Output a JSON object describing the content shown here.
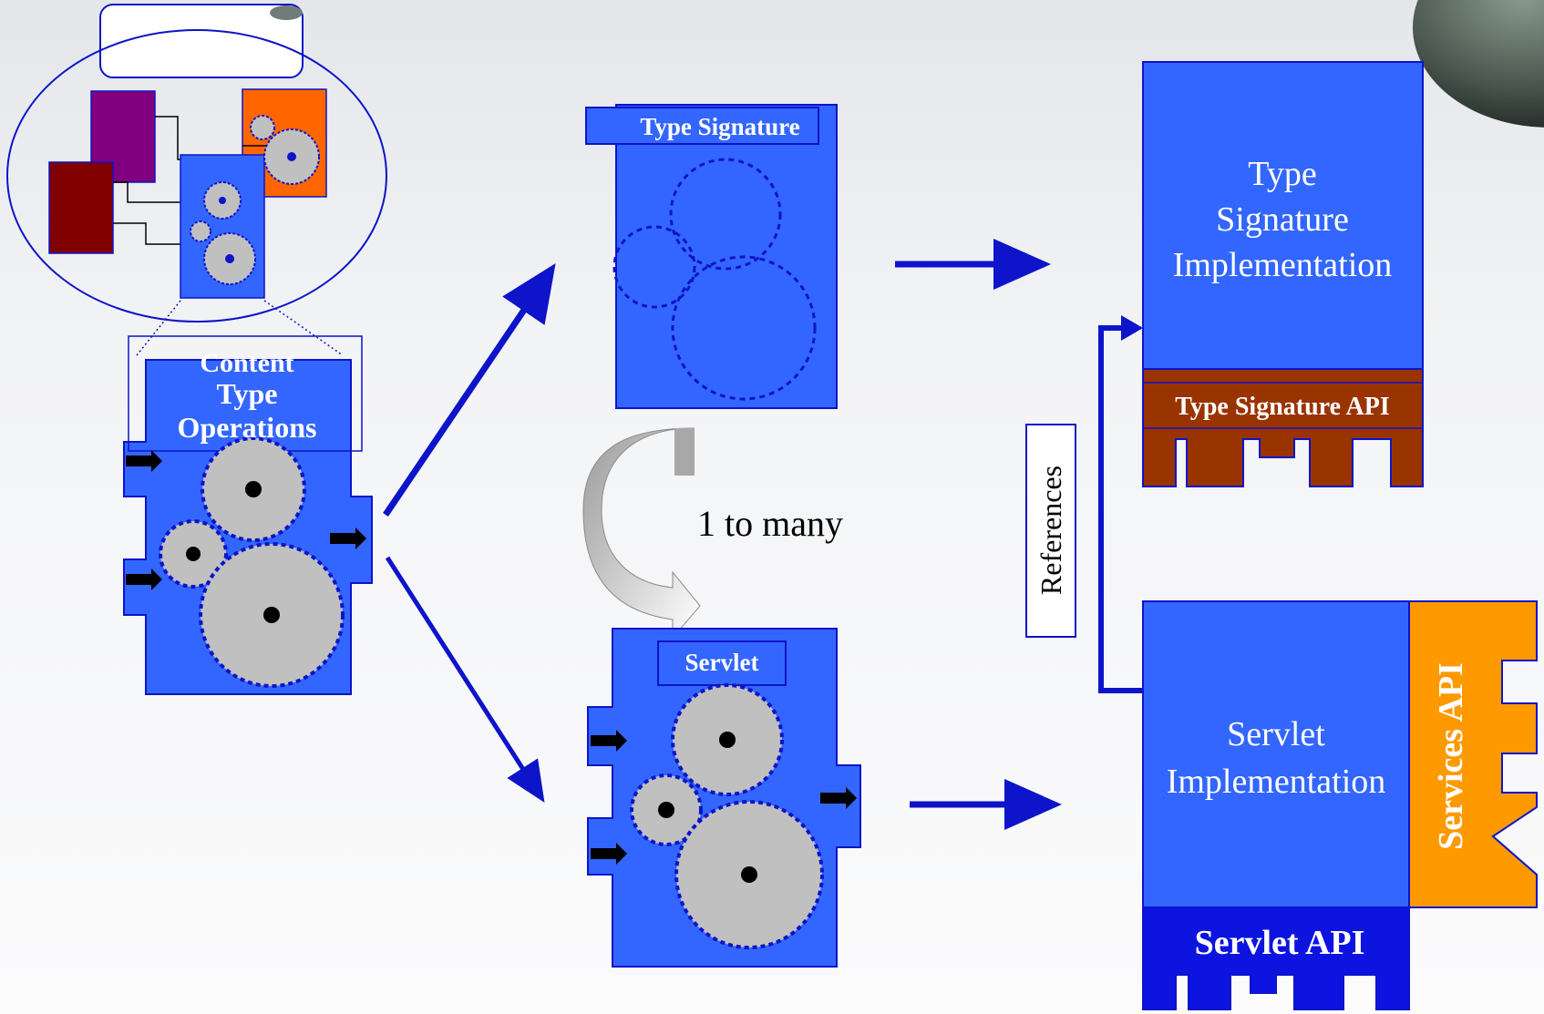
{
  "overview": {
    "caption": ""
  },
  "content_type_ops": {
    "line1": "Content",
    "line2": "Type",
    "line3": "Operations"
  },
  "type_signature": {
    "label": "Type Signature"
  },
  "servlet_box": {
    "label": "Servlet"
  },
  "relation": {
    "label": "1 to many"
  },
  "references": {
    "label": "References"
  },
  "type_sig_impl": {
    "line1": "Type",
    "line2": "Signature",
    "line3": "Implementation",
    "api_label": "Type Signature API"
  },
  "servlet_impl": {
    "line1": "Servlet",
    "line2": "Implementation",
    "api_label": "Servlet API",
    "services_label": "Services API"
  },
  "colors": {
    "component_blue": "#3366ff",
    "dark_blue": "#0d14c9",
    "gear_gray": "#c0c0c0",
    "api_brown": "#993300",
    "services_orange": "#ff9900",
    "purple": "#800080",
    "maroon": "#800000",
    "orange": "#ff6600"
  }
}
